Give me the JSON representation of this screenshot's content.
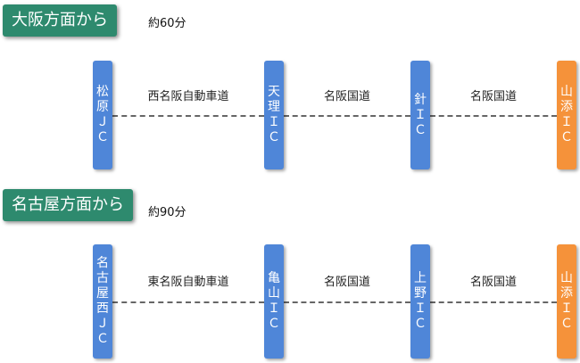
{
  "colors": {
    "header_bg": "#2e8a6e",
    "interchange_node": "#4f86d8",
    "destination_node": "#f5923a",
    "road_line": "#666666"
  },
  "routes": [
    {
      "header": "大阪方面から",
      "duration": "約60分",
      "nodes": [
        "松原ＪＣ",
        "天理ＩＣ",
        "針ＩＣ",
        "山添ＩＣ"
      ],
      "roads": [
        "西名阪自動車道",
        "名阪国道",
        "名阪国道"
      ]
    },
    {
      "header": "名古屋方面から",
      "duration": "約90分",
      "nodes": [
        "名古屋西ＪＣ",
        "亀山ＩＣ",
        "上野ＩＣ",
        "山添ＩＣ"
      ],
      "roads": [
        "東名阪自動車道",
        "名阪国道",
        "名阪国道"
      ]
    }
  ]
}
